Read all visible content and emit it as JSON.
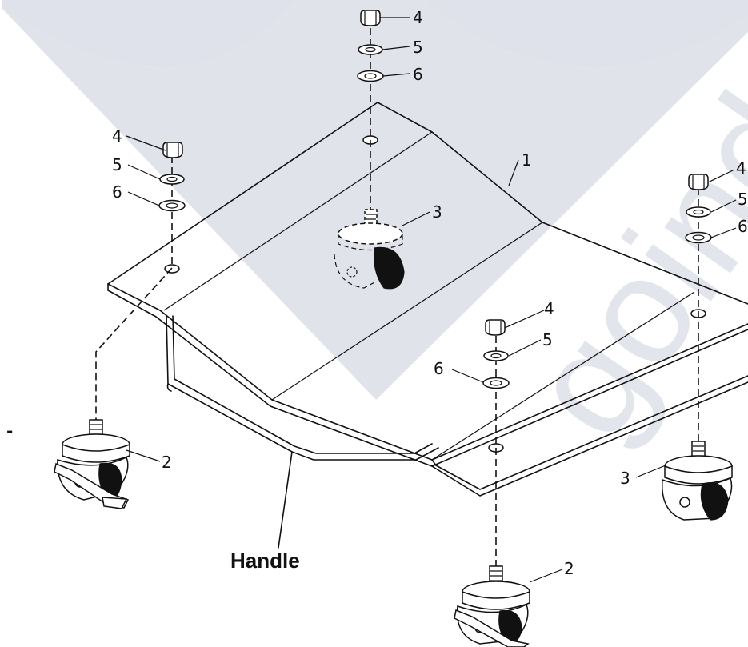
{
  "diagram": {
    "callouts": {
      "panel": "1",
      "caster_locking": "2",
      "caster_swivel": "3",
      "bolt": "4",
      "lock_washer": "5",
      "flat_washer": "6"
    },
    "handle_label": "Handle",
    "stray_mark": "-",
    "watermark_text": "goind.c",
    "watermark_color": "#dfe2ea",
    "line_color": "#111111"
  }
}
